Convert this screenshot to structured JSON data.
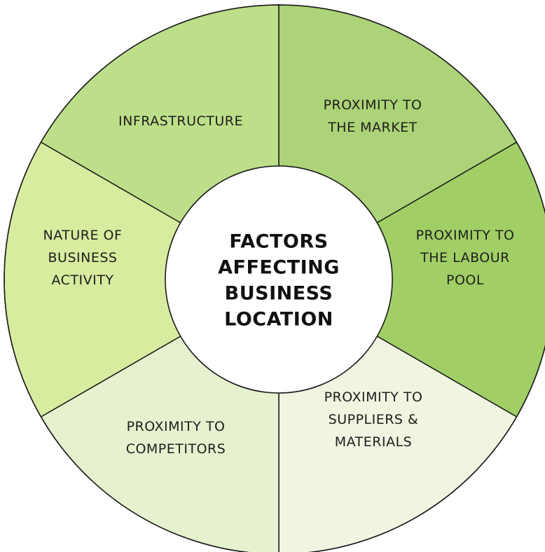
{
  "diagram": {
    "center_label": [
      "FACTORS",
      "AFFECTING",
      "BUSINESS",
      "LOCATION"
    ],
    "segments": [
      {
        "id": "proximity-to-market",
        "label": [
          "PROXIMITY TO",
          "THE MARKET"
        ],
        "color": "#acd377"
      },
      {
        "id": "proximity-to-labour-pool",
        "label": [
          "PROXIMITY TO",
          "THE LABOUR",
          "POOL"
        ],
        "color": "#a1cf66"
      },
      {
        "id": "proximity-to-suppliers",
        "label": [
          "PROXIMITY TO",
          "SUPPLIERS &",
          "MATERIALS"
        ],
        "color": "#eff5e1"
      },
      {
        "id": "proximity-to-competitors",
        "label": [
          "PROXIMITY TO",
          "COMPETITORS"
        ],
        "color": "#e6f2cf"
      },
      {
        "id": "nature-of-business-activity",
        "label": [
          "NATURE OF",
          "BUSINESS",
          "ACTIVITY"
        ],
        "color": "#d7ec9f"
      },
      {
        "id": "infrastructure",
        "label": [
          "INFRASTRUCTURE"
        ],
        "color": "#bedf8a"
      }
    ],
    "center_color": "#ffffff",
    "outline_color": "#1a1a1a"
  }
}
